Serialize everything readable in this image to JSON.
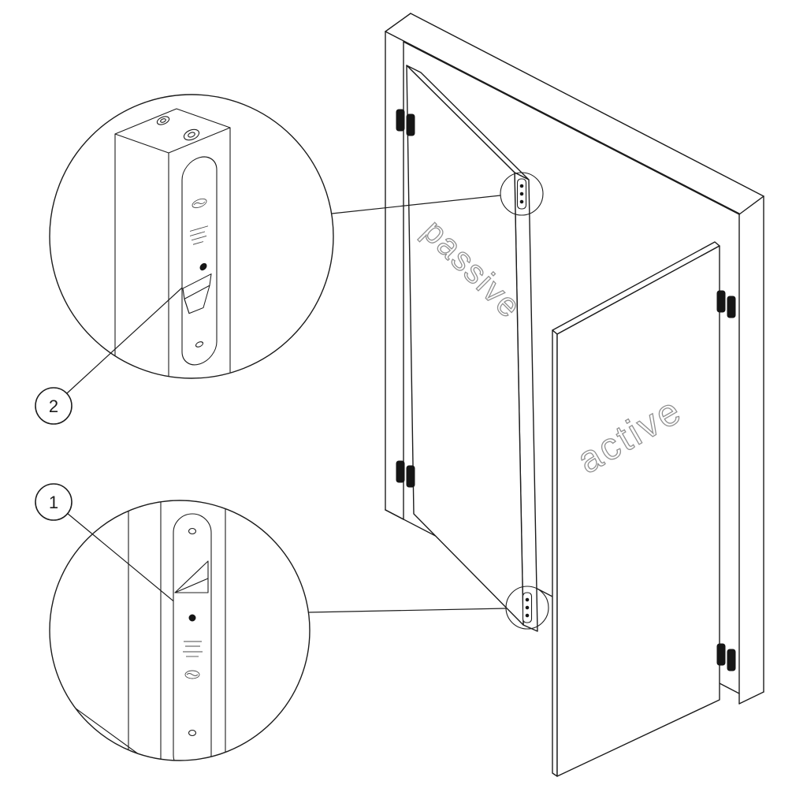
{
  "diagram": {
    "door_labels": {
      "passive": "passive",
      "active": "active"
    },
    "callouts": {
      "top_detail": "2",
      "bottom_detail": "1"
    },
    "colors": {
      "line": "#1c1c1c",
      "door_label_stroke": "#8f8f8f"
    }
  }
}
